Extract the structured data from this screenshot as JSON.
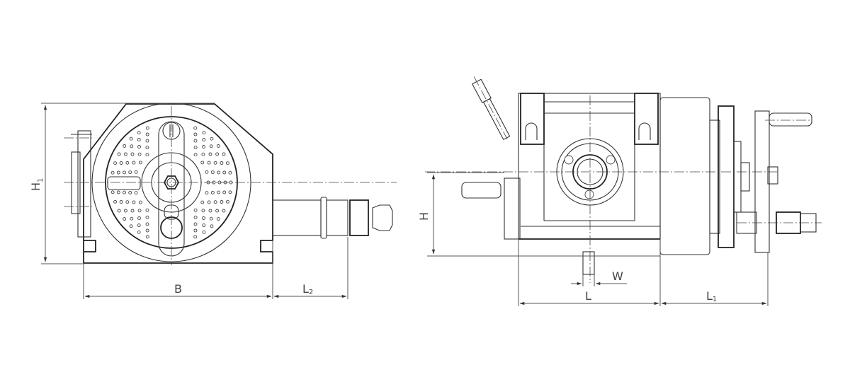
{
  "drawing": {
    "title": "Dividing head / indexing table technical drawing",
    "line_color": "#333333",
    "background": "#ffffff"
  },
  "front_view": {
    "dimensions": {
      "height": {
        "label": "H",
        "subscript": "1"
      },
      "width": {
        "label": "B"
      },
      "shaft_length": {
        "label": "L",
        "subscript": "2"
      }
    }
  },
  "side_view": {
    "dimensions": {
      "center_height": {
        "label": "H"
      },
      "length": {
        "label": "L"
      },
      "slot_width": {
        "label": "W"
      },
      "crank_length": {
        "label": "L",
        "subscript": "1"
      }
    }
  }
}
